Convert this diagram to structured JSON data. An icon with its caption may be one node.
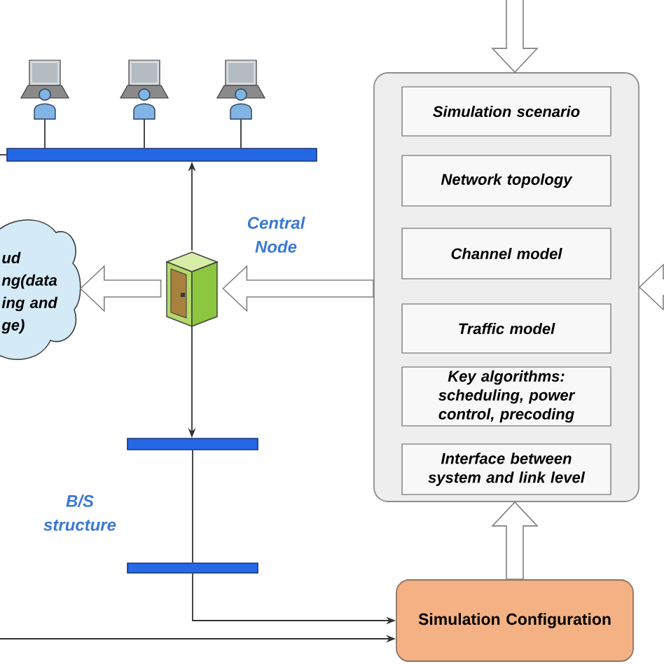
{
  "diagram": {
    "nodes": [
      {
        "text": [],
        "shape": "picture"
      },
      {
        "text": [],
        "shape": "picture"
      },
      {
        "text": [],
        "shape": "picture"
      },
      {
        "text": [],
        "shape": "bar"
      },
      {
        "text": [
          "ud ng(data ing and ge)"
        ]
      },
      {
        "text": [],
        "shape": "picture",
        "beside": [
          "Central Node"
        ]
      },
      {
        "text": [],
        "shape": "box"
      },
      {
        "text": [
          "Simulation scenario"
        ],
        "in": 6
      },
      {
        "text": [
          "Network topology"
        ],
        "in": 6
      },
      {
        "text": [
          "Channel model"
        ],
        "in": 6
      },
      {
        "text": [
          "Traffic model"
        ],
        "in": 6
      },
      {
        "text": [
          "Key algorithms: scheduling, power control, precoding"
        ],
        "in": 6
      },
      {
        "text": [
          "Interface between system and link level"
        ],
        "in": 6
      },
      {
        "text": [],
        "shape": "bar"
      },
      {
        "text": [],
        "shape": "bar"
      },
      {
        "text": [
          "Simulation Configuration"
        ]
      }
    ],
    "edges": [
      {
        "from": 0,
        "to": 3,
        "arrow": "none"
      },
      {
        "from": 1,
        "to": 3,
        "arrow": "none"
      },
      {
        "from": 2,
        "to": 3,
        "arrow": "none"
      },
      {
        "from": 3,
        "to": null,
        "arrow": "none"
      },
      {
        "from": 5,
        "to": 3,
        "arrow": "to"
      },
      {
        "from": 6,
        "to": 5,
        "arrow": "to",
        "style": "thick",
        "color": "#808080"
      },
      {
        "from": 5,
        "to": 4,
        "arrow": "to",
        "style": "thick",
        "color": "#808080"
      },
      {
        "from": null,
        "to": 6,
        "arrow": "to",
        "style": "thick",
        "color": "#808080"
      },
      {
        "from": null,
        "to": 6,
        "arrow": "to",
        "style": "thick",
        "color": "#808080"
      },
      {
        "from": 5,
        "to": 13,
        "arrow": "to"
      },
      {
        "from": 13,
        "to": 14,
        "arrow": "none"
      },
      {
        "from": 14,
        "to": 15,
        "arrow": "to"
      },
      {
        "from": null,
        "to": 15,
        "arrow": "to"
      },
      {
        "from": 15,
        "to": 6,
        "arrow": "to",
        "style": "thick",
        "color": "#808080"
      }
    ],
    "labels": [
      "B/S structure"
    ]
  }
}
